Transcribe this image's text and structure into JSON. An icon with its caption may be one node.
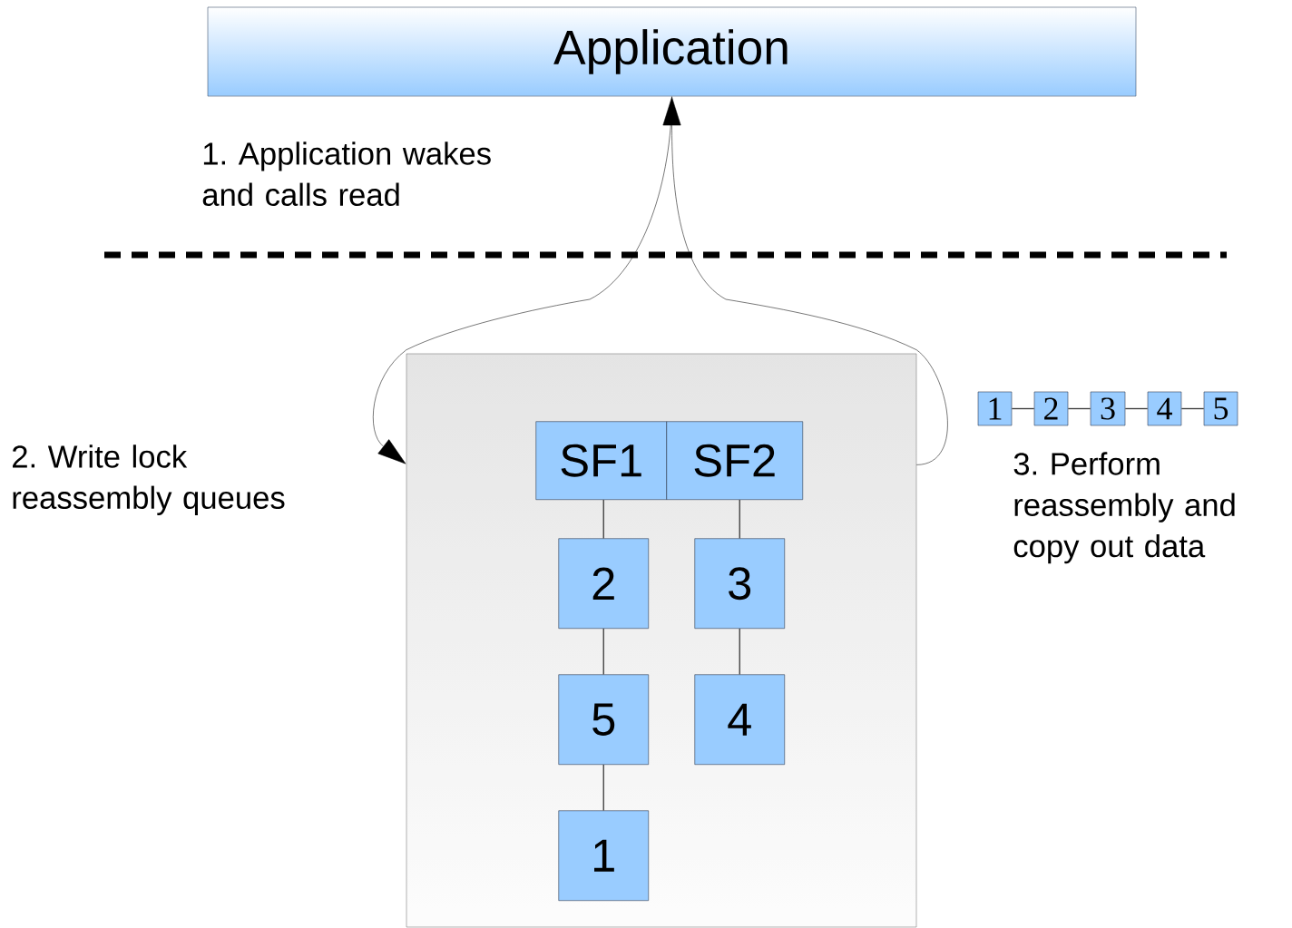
{
  "diagram": {
    "nodes": [
      {
        "text": [
          "Application"
        ]
      },
      {
        "text": [],
        "shape": "box"
      },
      {
        "text": [
          "SF1"
        ],
        "in": 1
      },
      {
        "text": [
          "SF2"
        ],
        "in": 1
      },
      {
        "text": [
          "2"
        ],
        "in": 1
      },
      {
        "text": [
          "3"
        ],
        "in": 1
      },
      {
        "text": [
          "5"
        ],
        "in": 1
      },
      {
        "text": [
          "4"
        ],
        "in": 1
      },
      {
        "text": [
          "1"
        ],
        "in": 1
      },
      {
        "text": [
          "1"
        ]
      },
      {
        "text": [
          "2"
        ]
      },
      {
        "text": [
          "3"
        ]
      },
      {
        "text": [
          "4"
        ]
      },
      {
        "text": [
          "5"
        ]
      }
    ],
    "edges": [
      {
        "from": 0,
        "to": 1,
        "arrow": "to"
      },
      {
        "from": 1,
        "to": 0,
        "arrow": "to"
      },
      {
        "from": 2,
        "to": 4,
        "arrow": "none"
      },
      {
        "from": 4,
        "to": 6,
        "arrow": "none"
      },
      {
        "from": 6,
        "to": 8,
        "arrow": "none"
      },
      {
        "from": 3,
        "to": 5,
        "arrow": "none"
      },
      {
        "from": 5,
        "to": 7,
        "arrow": "none"
      },
      {
        "from": 9,
        "to": 10,
        "arrow": "none"
      },
      {
        "from": 10,
        "to": 11,
        "arrow": "none"
      },
      {
        "from": 11,
        "to": 12,
        "arrow": "none"
      },
      {
        "from": 12,
        "to": 13,
        "arrow": "none"
      }
    ],
    "labels": [
      "1. Application wakes and calls read",
      "2. Write lock reassembly queues",
      "3. Perform reassembly and copy out data"
    ]
  }
}
